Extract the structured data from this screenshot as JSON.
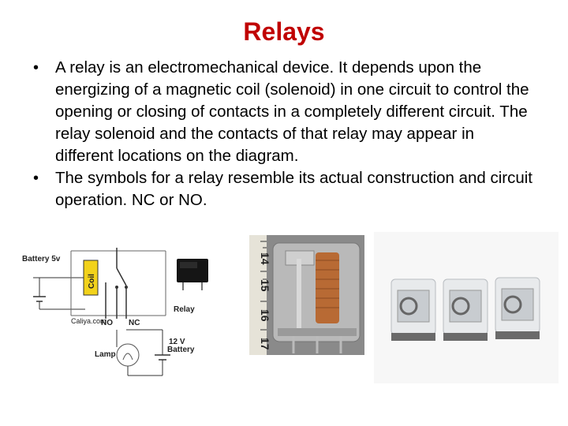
{
  "slide": {
    "title": "Relays",
    "bullets": [
      "A relay is an electromechanical device. It depends upon the energizing of a magnetic coil (solenoid) in one circuit to control the opening or closing of contacts in a completely different circuit. The relay solenoid and the contacts of that relay may appear in different locations on the diagram.",
      "The symbols for a relay resemble its actual construction and circuit operation. NC or NO."
    ],
    "bullet_char": "•"
  },
  "circuit_diagram": {
    "battery_label": "Battery 5v",
    "coil_label": "Coil",
    "relay_label": "Relay",
    "watermark": "Caliya.com",
    "no_label": "NO",
    "nc_label": "NC",
    "lamp_label": "Lamp",
    "battery2_label_1": "12 V",
    "battery2_label_2": "Battery"
  },
  "ruler": {
    "ticks": [
      "14",
      "15",
      "16",
      "17"
    ]
  },
  "colors": {
    "title": "#c00000",
    "coil_fill": "#f2d21b",
    "wire": "#333333"
  }
}
